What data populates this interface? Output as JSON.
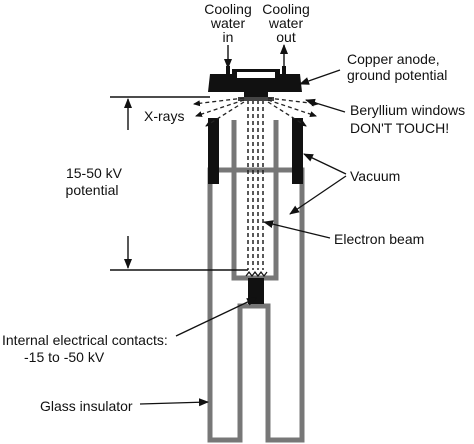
{
  "diagram": {
    "labels": {
      "cooling_in_1": "Cooling",
      "cooling_in_2": "water",
      "cooling_in_3": "in",
      "cooling_out_1": "Cooling",
      "cooling_out_2": "water",
      "cooling_out_3": "out",
      "anode_1": "Copper anode,",
      "anode_2": "ground potential",
      "windows_1": "Beryllium windows",
      "windows_2": "DON'T TOUCH!",
      "xrays": "X-rays",
      "potential_1": "15-50 kV",
      "potential_2": "potential",
      "vacuum": "Vacuum",
      "electron_beam": "Electron beam",
      "contacts_1": "Internal electrical contacts:",
      "contacts_2": "-15 to -50 kV",
      "glass": "Glass insulator"
    }
  }
}
